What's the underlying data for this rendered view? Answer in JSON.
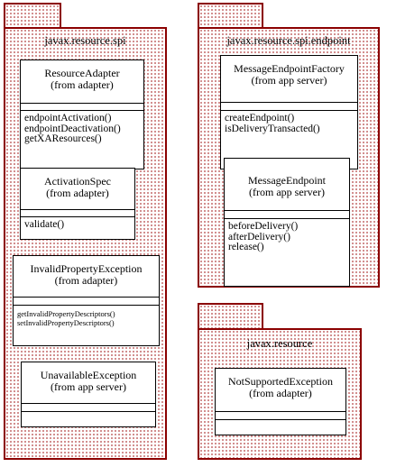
{
  "packages": [
    {
      "name": "javax.resource.spi",
      "classes": [
        {
          "name": "ResourceAdapter",
          "from": "(from adapter)",
          "operations": [
            "endpointActivation()",
            "endpointDeactivation()",
            "getXAResources()"
          ]
        },
        {
          "name": "ActivationSpec",
          "from": "(from adapter)",
          "operations": [
            "validate()"
          ]
        },
        {
          "name": "InvalidPropertyException",
          "from": "(from adapter)",
          "operations": [
            "getInvalidPropertyDescriptors()",
            "setInvalidPropertyDescriptors()"
          ]
        },
        {
          "name": "UnavailableException",
          "from": "(from app server)",
          "operations": []
        }
      ]
    },
    {
      "name": "javax.resource.spi.endpoint",
      "classes": [
        {
          "name": "MessageEndpointFactory",
          "from": "(from app server)",
          "operations": [
            "createEndpoint()",
            "isDeliveryTransacted()"
          ]
        },
        {
          "name": "MessageEndpoint",
          "from": "(from app server)",
          "operations": [
            "beforeDelivery()",
            "afterDelivery()",
            "release()"
          ]
        }
      ]
    },
    {
      "name": "javax.resource",
      "classes": [
        {
          "name": "NotSupportedException",
          "from": "(from adapter)",
          "operations": []
        }
      ]
    }
  ]
}
